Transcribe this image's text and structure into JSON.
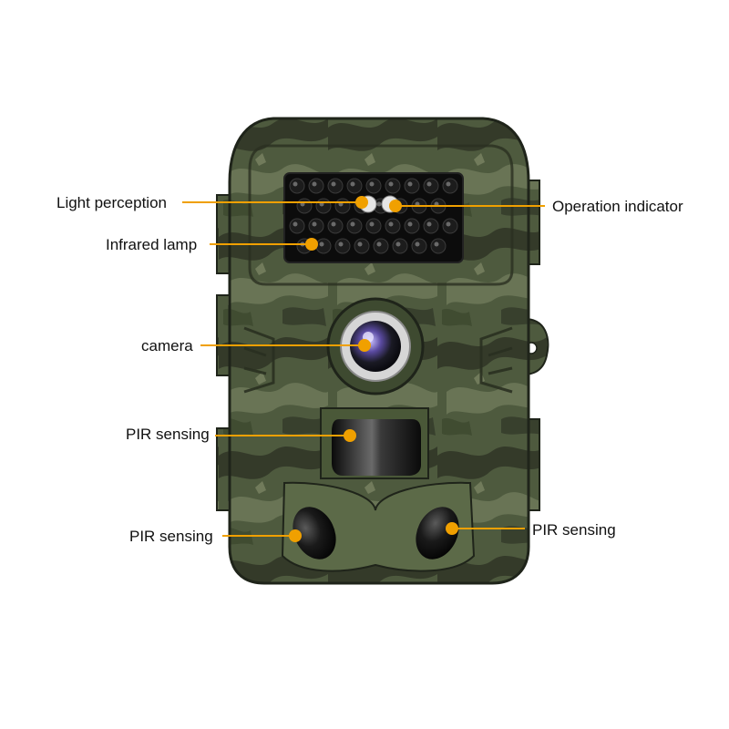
{
  "colors": {
    "leader_line": "#f0a000",
    "callout_dot": "#f0a000",
    "camo_base": "#4e5a3e",
    "camo_dark": "#2f3526",
    "camo_light": "#6f7a5b",
    "camo_olive": "#3e4a30"
  },
  "callouts": [
    {
      "id": "light-perception",
      "label": "Light perception"
    },
    {
      "id": "operation-indicator",
      "label": "Operation indicator"
    },
    {
      "id": "infrared-lamp",
      "label": "Infrared lamp"
    },
    {
      "id": "camera",
      "label": "camera"
    },
    {
      "id": "pir-center",
      "label": "PIR sensing"
    },
    {
      "id": "pir-left",
      "label": "PIR sensing"
    },
    {
      "id": "pir-right",
      "label": "PIR sensing"
    }
  ]
}
